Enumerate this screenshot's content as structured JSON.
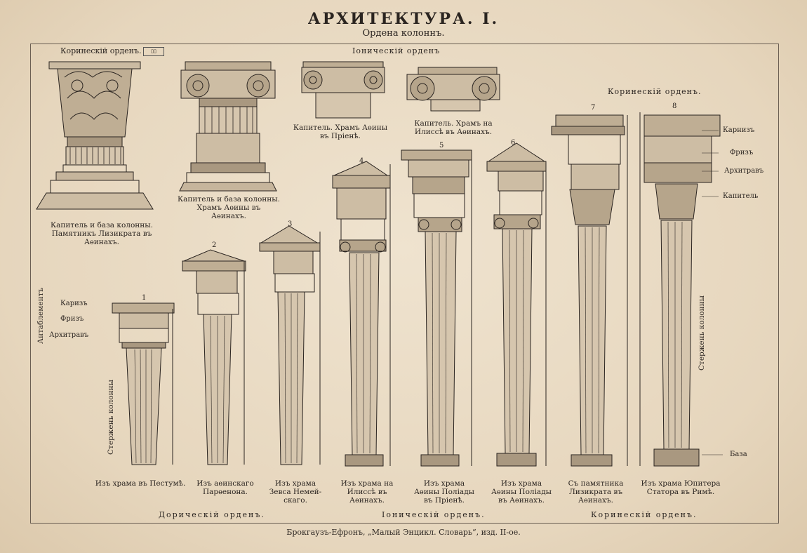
{
  "title": "АРХИТЕКТУРА. I.",
  "subtitle": "Ордена колоннъ.",
  "top_labels": {
    "corinthian_top": "Коринескій орденъ.",
    "ionic_top": "Іоническій орденъ",
    "corinthian_right": "Коринескій орденъ."
  },
  "captions": {
    "lysicrates_cap": [
      "Капитель и база колонны.",
      "Памятникъ Лизикрата въ",
      "Аѳинахъ."
    ],
    "athena_cap": [
      "Капитель и база колонны.",
      "Храмъ Аѳины въ",
      "Аѳинахъ."
    ],
    "priene_cap": [
      "Капитель. Храмъ Аѳины",
      "въ Пріенѣ."
    ],
    "ilissos_cap": [
      "Капитель. Храмъ на",
      "Илиссѣ въ Аѳинахъ."
    ]
  },
  "left_labels": {
    "entablature": "Антаблементъ",
    "cornice": "Каризъ",
    "frieze": "Фризъ",
    "architrave": "Архитравъ",
    "shaft": "Стержень колонны"
  },
  "right_labels": {
    "cornice": "Карнизъ",
    "frieze": "Фризъ",
    "architrave": "Архитравъ",
    "capital": "Капитель",
    "shaft": "Стержень колонны",
    "base": "База"
  },
  "column_numbers": [
    "1",
    "2",
    "3",
    "4",
    "5",
    "6",
    "7",
    "8"
  ],
  "column_captions": [
    [
      "Изъ храма въ Пестумѣ."
    ],
    [
      "Изъ аѳинскаго",
      "Парѳенона."
    ],
    [
      "Изъ храма",
      "Зевса Немей-",
      "скаго."
    ],
    [
      "Изъ храма на",
      "Илиссѣ въ",
      "Аѳинахъ."
    ],
    [
      "Изъ храма",
      "Аѳины Поліады",
      "въ Пріенѣ."
    ],
    [
      "Изъ храма",
      "Аѳины Поліады",
      "въ Аѳинахъ."
    ],
    [
      "Съ памятника",
      "Лизикрата въ",
      "Аѳинахъ."
    ],
    [
      "Изъ храма Юпитера",
      "Статора въ Римѣ."
    ]
  ],
  "orders": {
    "doric": "Дорическій орденъ.",
    "ionic": "Іоническій орденъ.",
    "corinthian": "Коринескій орденъ."
  },
  "footer": "Брокгаузъ-Ефронъ, „Малый Энцикл. Словарь“, изд. II-ое."
}
